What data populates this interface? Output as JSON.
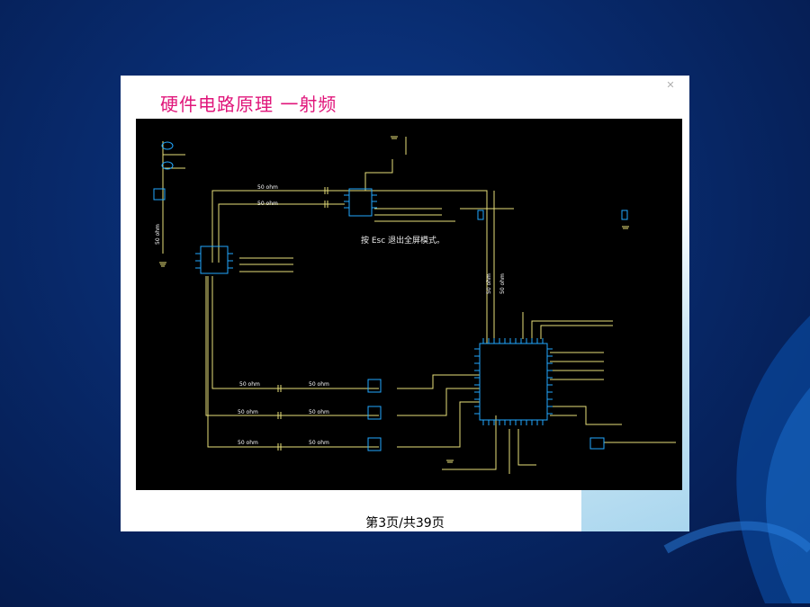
{
  "slide": {
    "title": "硬件电路原理 一射频",
    "page_number": "第3页/共39页",
    "esc_hint": "按 Esc 退出全屏模式。",
    "close_icon": "close-icon"
  },
  "schematic": {
    "trace_labels": [
      "50 ohm",
      "50 ohm",
      "50 ohm",
      "50 ohm",
      "50 ohm",
      "50 ohm",
      "50 ohm",
      "50 ohm",
      "50 ohm",
      "50 ohm",
      "50 ohm"
    ],
    "colors": {
      "background": "#000000",
      "wire": "#e8e07a",
      "component": "#22a8ff"
    }
  },
  "colors": {
    "title": "#e0157a",
    "page_bg": "#082a6c"
  }
}
